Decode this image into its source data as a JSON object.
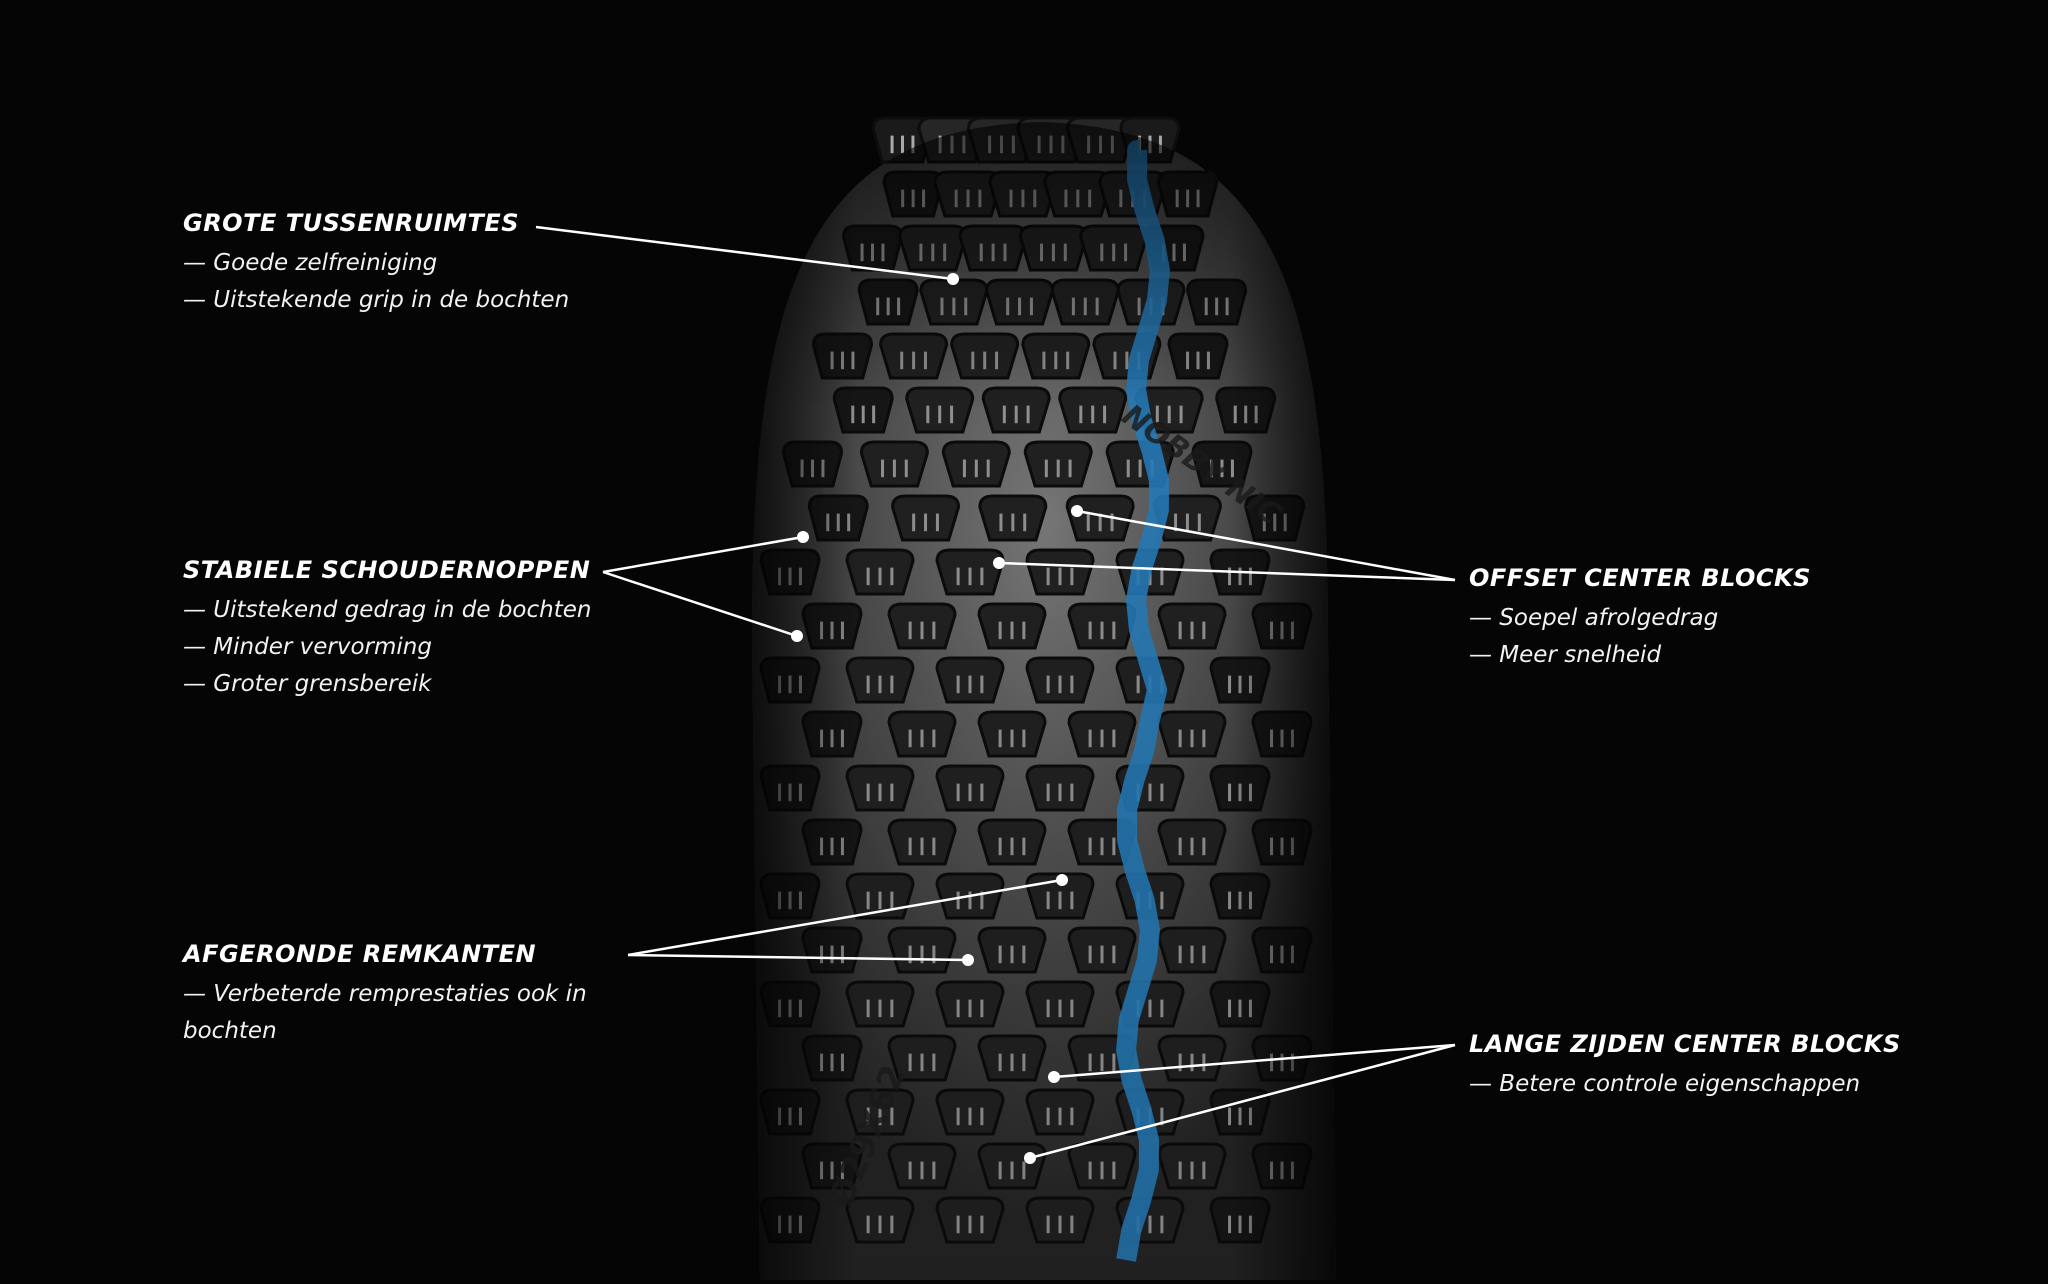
{
  "callouts": {
    "grote_tussenruimtes": {
      "title": "GROTE TUSSENRUIMTES",
      "lines": [
        "— Goede zelfreiniging",
        "— Uitstekende grip in de bochten"
      ]
    },
    "stabiele_schoudernoppen": {
      "title": "STABIELE SCHOUDERNOPPEN",
      "lines": [
        "— Uitstekend gedrag in de bochten",
        "— Minder vervorming",
        "— Groter grensbereik"
      ]
    },
    "afgeronde_remkanten": {
      "title": "AFGERONDE REMKANTEN",
      "lines": [
        "— Verbeterde remprestaties ook in bochten"
      ]
    },
    "offset_center_blocks": {
      "title": "OFFSET CENTER BLOCKS",
      "lines": [
        "— Soepel afrolgedrag",
        "— Meer snelheid"
      ]
    },
    "lange_zijden_center_blocks": {
      "title": "LANGE ZIJDEN CENTER BLOCKS",
      "lines": [
        "— Betere controle eigenschappen"
      ]
    }
  },
  "tire": {
    "sidewall_text": "NOBBY NIC",
    "size_text": "Ø29X62",
    "colors": {
      "background": "#050505",
      "rubber": "#3b3b3b",
      "rubber_light": "#8a8a8a",
      "knob": "#1d1d1d",
      "accent_stripe": "#2b8fd6",
      "leader_line": "#ffffff"
    }
  }
}
